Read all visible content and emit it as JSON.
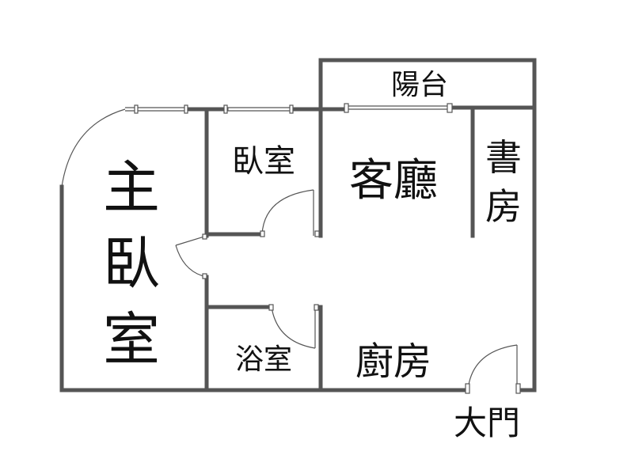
{
  "rooms": {
    "balcony": "陽台",
    "bedroom": "臥室",
    "living_room": "客廳",
    "study": "書房",
    "master_bedroom": "主臥室",
    "bathroom": "浴室",
    "kitchen": "廚房",
    "main_door": "大門"
  },
  "colors": {
    "wall": "#555555",
    "text": "#111111",
    "background": "#ffffff"
  }
}
